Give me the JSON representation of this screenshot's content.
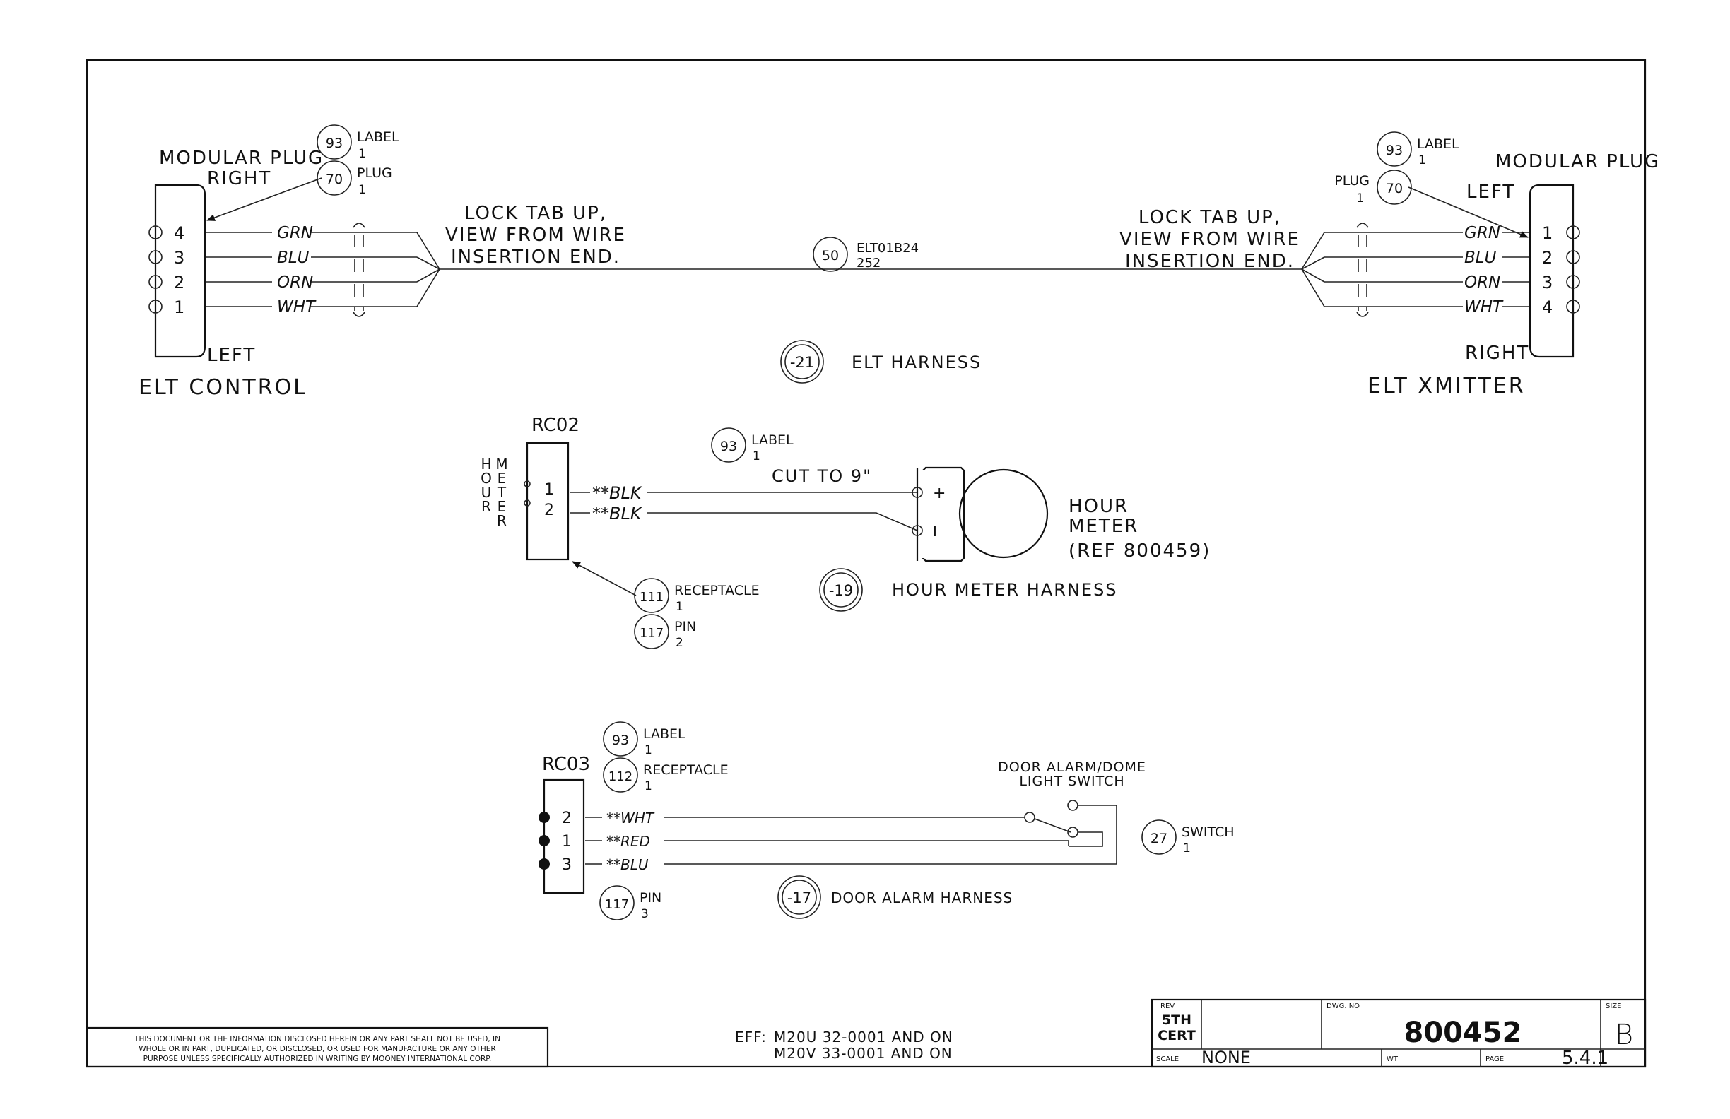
{
  "elt_harness": {
    "left_connector": {
      "title": "MODULAR PLUG",
      "side_top": "RIGHT",
      "side_bottom": "LEFT",
      "name": "ELT CONTROL",
      "pins": [
        "4",
        "3",
        "2",
        "1"
      ],
      "wires": [
        "GRN",
        "BLU",
        "ORN",
        "WHT"
      ]
    },
    "right_connector": {
      "title": "MODULAR PLUG",
      "side_top": "LEFT",
      "side_bottom": "RIGHT",
      "name": "ELT XMITTER",
      "pins": [
        "1",
        "2",
        "3",
        "4"
      ],
      "wires": [
        "GRN",
        "BLU",
        "ORN",
        "WHT"
      ]
    },
    "note_line1": "LOCK TAB UP,",
    "note_line2": "VIEW FROM WIRE",
    "note_line3": "INSERTION END.",
    "bubbles": {
      "label_left": {
        "num": "93",
        "text": "LABEL",
        "qty": "1"
      },
      "plug_left": {
        "num": "70",
        "text": "PLUG",
        "qty": "1"
      },
      "label_right": {
        "num": "93",
        "text": "LABEL",
        "qty": "1"
      },
      "plug_right": {
        "num": "70",
        "text": "PLUG",
        "qty": "1"
      },
      "cable": {
        "num": "50",
        "text": "ELT01B24",
        "qty": "252"
      }
    },
    "assembly_num": "-21",
    "assembly_name": "ELT HARNESS"
  },
  "hour_meter_harness": {
    "connector_ref": "RC02",
    "vertical_label_1": "HOUR",
    "vertical_label_2": "METER",
    "pins": [
      "1",
      "2"
    ],
    "wires": [
      "**BLK",
      "**BLK"
    ],
    "cut_note": "CUT TO 9\"",
    "plus_sign": "+",
    "minus_sign": "I",
    "device_line1": "HOUR",
    "device_line2": "METER",
    "device_ref": "(REF 800459)",
    "bubbles": {
      "label": {
        "num": "93",
        "text": "LABEL",
        "qty": "1"
      },
      "receptacle": {
        "num": "111",
        "text": "RECEPTACLE",
        "qty": "1"
      },
      "pin": {
        "num": "117",
        "text": "PIN",
        "qty": "2"
      }
    },
    "assembly_num": "-19",
    "assembly_name": "HOUR METER HARNESS"
  },
  "door_alarm_harness": {
    "connector_ref": "RC03",
    "pins": [
      "2",
      "1",
      "3"
    ],
    "wires": [
      "**WHT",
      "**RED",
      "**BLU"
    ],
    "switch_label_1": "DOOR ALARM/DOME",
    "switch_label_2": "LIGHT SWITCH",
    "bubbles": {
      "label": {
        "num": "93",
        "text": "LABEL",
        "qty": "1"
      },
      "receptacle": {
        "num": "112",
        "text": "RECEPTACLE",
        "qty": "1"
      },
      "pin": {
        "num": "117",
        "text": "PIN",
        "qty": "3"
      },
      "switch": {
        "num": "27",
        "text": "SWITCH",
        "qty": "1"
      }
    },
    "assembly_num": "-17",
    "assembly_name": "DOOR ALARM HARNESS"
  },
  "footer": {
    "disclaimer_1": "THIS DOCUMENT OR THE INFORMATION DISCLOSED HEREIN OR ANY PART SHALL NOT BE USED, IN",
    "disclaimer_2": "WHOLE OR IN PART, DUPLICATED, OR DISCLOSED, OR USED FOR MANUFACTURE OR ANY OTHER",
    "disclaimer_3": "PURPOSE UNLESS SPECIFICALLY AUTHORIZED IN WRITING BY MOONEY INTERNATIONAL CORP.",
    "eff_label": "EFF:",
    "eff_line1": "M20U 32-0001 AND ON",
    "eff_line2": "M20V 33-0001 AND ON"
  },
  "title_block": {
    "rev_label": "REV",
    "rev_line1": "5TH",
    "rev_line2": "CERT",
    "dwg_label": "DWG. NO",
    "dwg_no": "800452",
    "size_label": "SIZE",
    "size": "B",
    "scale_label": "SCALE",
    "scale": "NONE",
    "wt_label": "WT",
    "page_label": "PAGE",
    "page": "5.4.1"
  }
}
